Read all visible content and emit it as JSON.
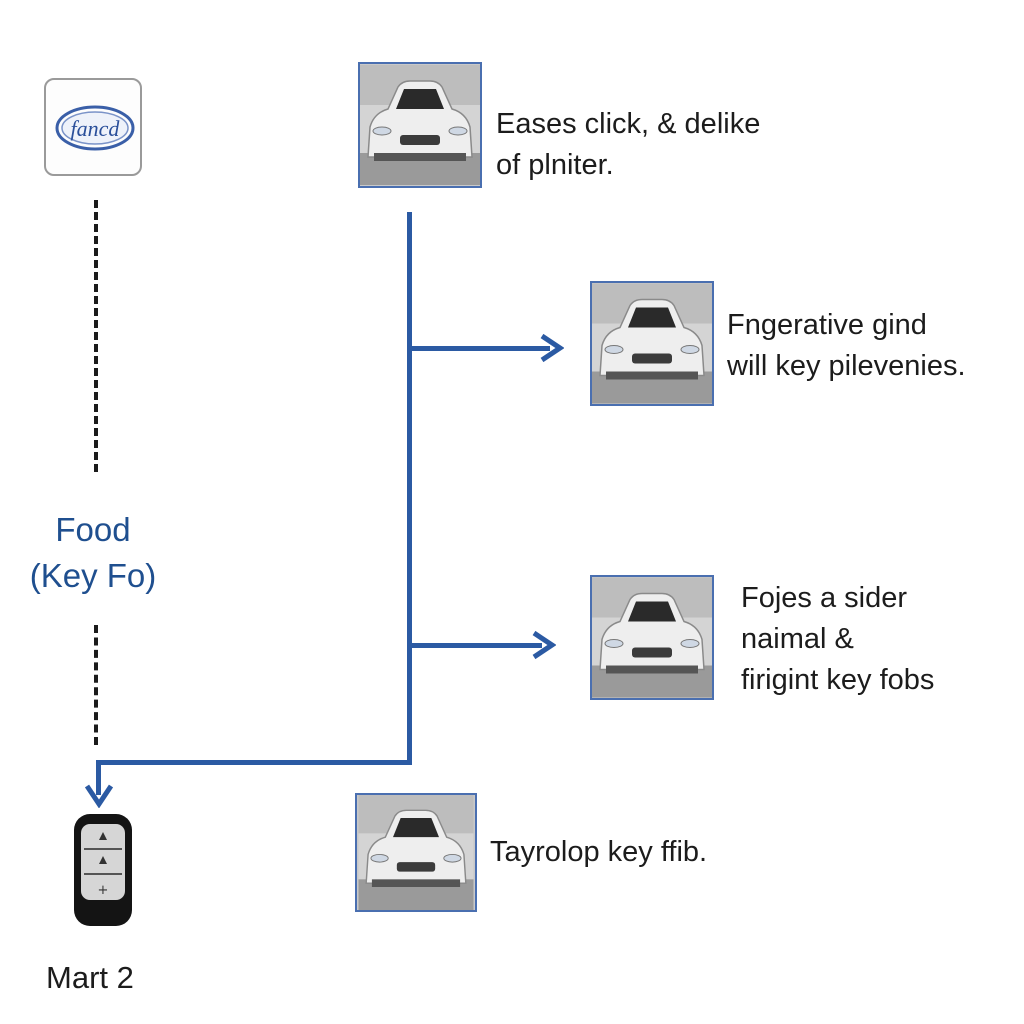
{
  "logo": {
    "text": "fancd",
    "icon": "brand-logo-oval"
  },
  "center_label": {
    "line1": "Food",
    "line2": "(Key Fo)"
  },
  "steps": [
    {
      "line1": "Eases click, & delike",
      "line2": "of plniter."
    },
    {
      "line1": "Fngerative gind",
      "line2": "will key pilevenies."
    },
    {
      "line1": "Fojes a sider",
      "line2": "naimal &",
      "line3": "firigint key fobs"
    },
    {
      "line1": "Tayrolop key ffib."
    }
  ],
  "fob": {
    "label": "Mart 2",
    "icon": "key-fob-icon"
  },
  "colors": {
    "connector": "#2b5aa3",
    "label_blue": "#1f4f8f",
    "dashed_line": "#1b1b1b",
    "thumb_border": "#4a6fb0"
  }
}
